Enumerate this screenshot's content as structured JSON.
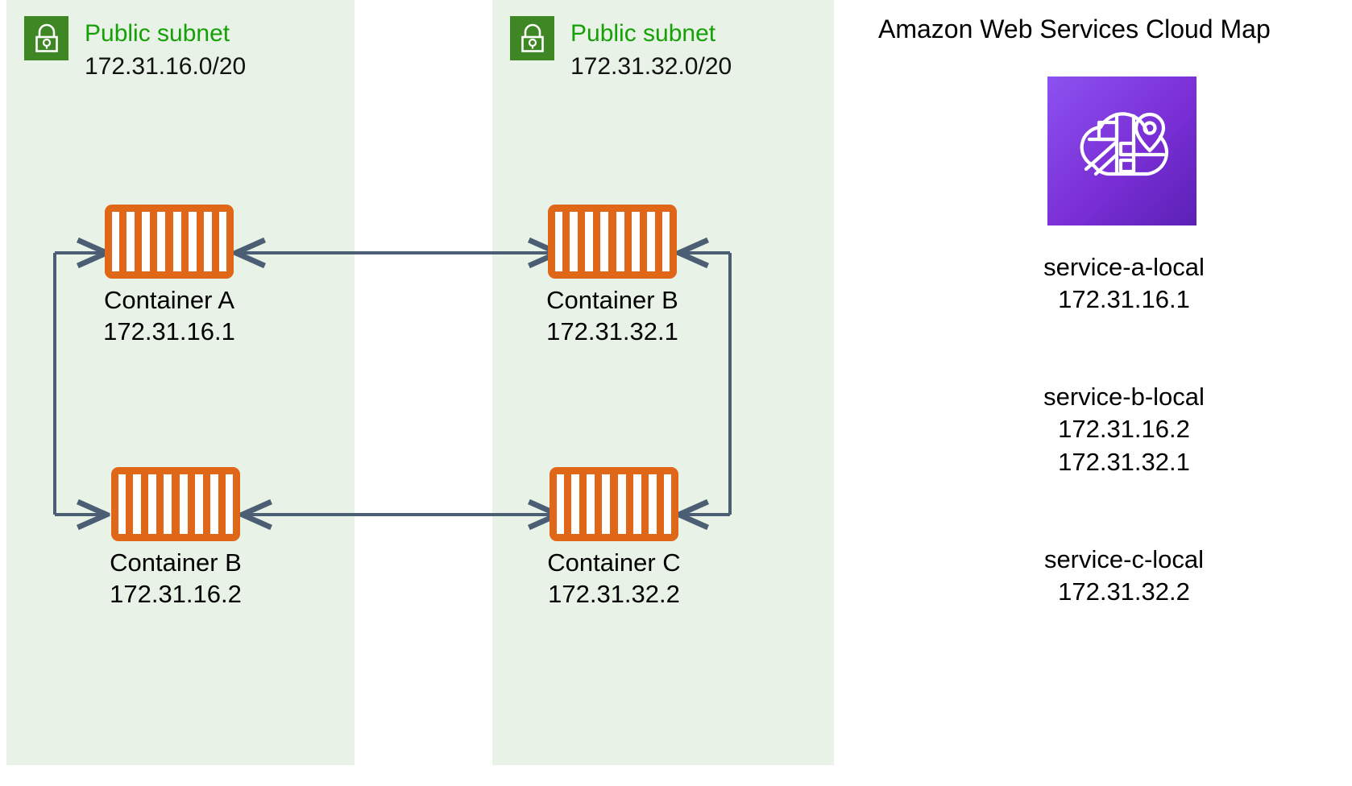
{
  "subnets": [
    {
      "icon": "lock-icon",
      "name": "Public subnet",
      "cidr": "172.31.16.0/20",
      "nodes": [
        {
          "icon": "container-icon",
          "label": "Container A",
          "ip": "172.31.16.1"
        },
        {
          "icon": "container-icon",
          "label": "Container B",
          "ip": "172.31.16.2"
        }
      ]
    },
    {
      "icon": "lock-icon",
      "name": "Public subnet",
      "cidr": "172.31.32.0/20",
      "nodes": [
        {
          "icon": "container-icon",
          "label": "Container B",
          "ip": "172.31.32.1"
        },
        {
          "icon": "container-icon",
          "label": "Container C",
          "ip": "172.31.32.2"
        }
      ]
    }
  ],
  "cloudmap": {
    "title": "Amazon Web Services Cloud Map",
    "icon": "aws-cloud-map-icon",
    "services": [
      {
        "name": "service-a-local",
        "ips": [
          "172.31.16.1"
        ]
      },
      {
        "name": "service-b-local",
        "ips": [
          "172.31.16.2",
          "172.31.32.1"
        ]
      },
      {
        "name": "service-c-local",
        "ips": [
          "172.31.32.2"
        ]
      }
    ]
  },
  "colors": {
    "subnet_fill": "#E8F2E6",
    "subnet_label_green": "#16A007",
    "lock_badge_green": "#3F8624",
    "container_orange": "#E06618",
    "connector_gray": "#4B5E73",
    "cloudmap_purple": "#7A2FD6"
  }
}
